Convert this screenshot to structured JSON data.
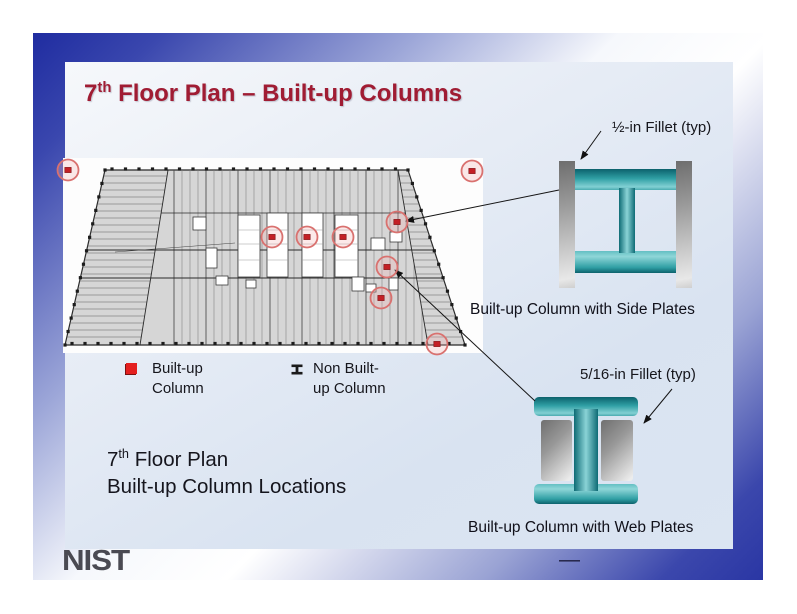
{
  "slide": {
    "title": {
      "pre": "7",
      "sup": "th",
      "post": " Floor Plan – Built-up Columns"
    },
    "footer_caption": {
      "line1_pre": "7",
      "line1_sup": "th",
      "line1_post": " Floor Plan",
      "line2": "Built-up Column Locations"
    },
    "logo": "NIST",
    "page_dash": "—"
  },
  "diagrams": {
    "side_plate": {
      "fillet_label": "½-in Fillet (typ)",
      "caption": "Built-up Column with Side Plates"
    },
    "web_plate": {
      "fillet_label": "5/16-in Fillet (typ)",
      "caption": "Built-up Column with Web Plates"
    }
  },
  "legend": {
    "built_up": {
      "line1": "Built-up",
      "line2": "Column"
    },
    "non_built_up": {
      "line1": "Non Built-",
      "line2": "up Column"
    }
  },
  "colors": {
    "title_red": "#a01c33",
    "marker_red": "#c42026",
    "circle_stroke": "#d9716f",
    "teal": "#2f9fa4",
    "frame_navy": "#2a36a4",
    "plan_gray": "#d6d6d6"
  },
  "floor_plan": {
    "built_up_column_markers": [
      [
        68,
        170
      ],
      [
        472,
        171
      ],
      [
        272,
        237
      ],
      [
        307,
        237
      ],
      [
        343,
        237
      ],
      [
        397,
        222
      ],
      [
        387,
        267
      ],
      [
        381,
        298
      ],
      [
        437,
        344
      ]
    ],
    "leader_lines": [
      [
        559,
        190,
        406,
        221
      ],
      [
        535,
        401,
        395,
        270
      ],
      [
        601,
        131,
        581,
        159
      ],
      [
        672,
        389,
        644,
        423
      ]
    ]
  }
}
